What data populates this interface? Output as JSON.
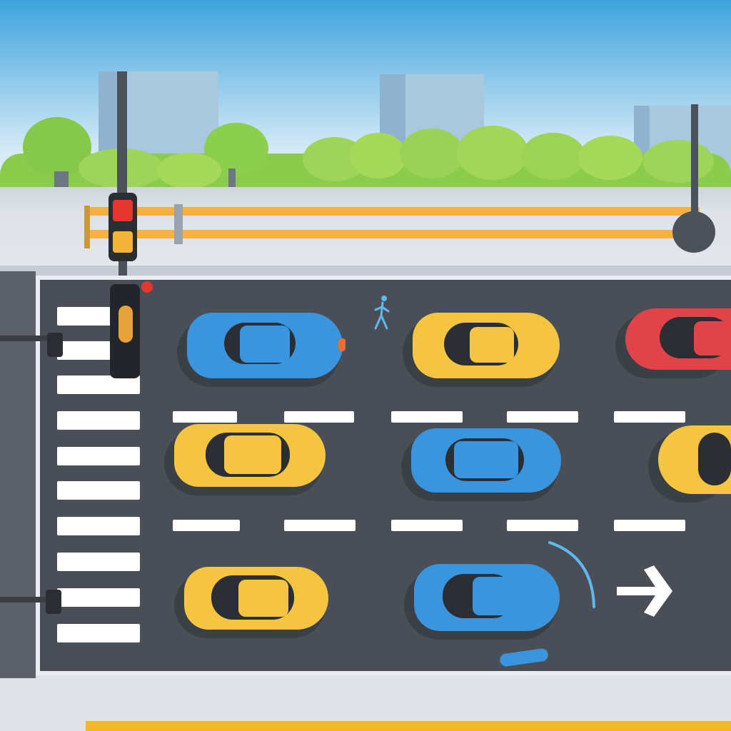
{
  "scene": {
    "colors": {
      "sky_top": "#3ea3df",
      "sky_bottom": "#d8ecf7",
      "building": "#9ec2db",
      "tree_light": "#a6d85a",
      "tree_dark": "#6cbc3c",
      "road": "#4a4f57",
      "sidewalk": "#dde2e8",
      "barrier": "#f4b041",
      "lane_marking": "#ffffff",
      "car_blue": "#3a95dc",
      "car_yellow": "#f5c542",
      "car_red": "#e0444a",
      "signal_red": "#e4362f",
      "signal_amber": "#f2b53a"
    },
    "icons": [
      "traffic-light-icon",
      "right-arrow-icon",
      "walking-pedestrian-icon"
    ],
    "cars": [
      {
        "color": "blue",
        "row": 1,
        "col": 1
      },
      {
        "color": "yellow",
        "row": 1,
        "col": 2
      },
      {
        "color": "red",
        "row": 1,
        "col": 3
      },
      {
        "color": "yellow",
        "row": 2,
        "col": 1
      },
      {
        "color": "blue",
        "row": 2,
        "col": 2
      },
      {
        "color": "yellow",
        "row": 2,
        "col": 3
      },
      {
        "color": "yellow",
        "row": 3,
        "col": 1
      },
      {
        "color": "blue",
        "row": 3,
        "col": 2
      }
    ]
  }
}
